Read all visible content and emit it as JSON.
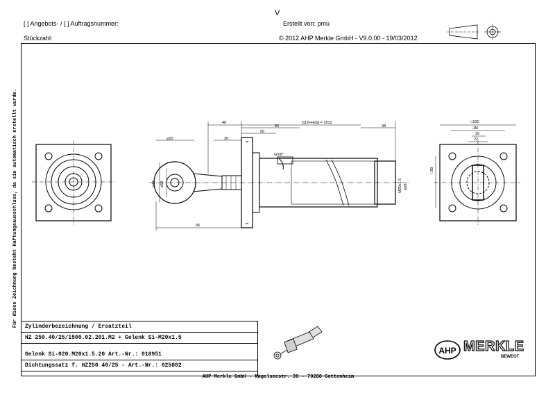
{
  "header": {
    "order_number": "[ ] Angebots- / [ ] Auftragsnummer:",
    "quantity": "Stückzahl:",
    "created_by": "Erstellt von: pmu",
    "copyright": "© 2012 AHP Merkle GmbH - V9.0.00 - 19/03/2012",
    "top_mark": "V"
  },
  "side_note": "Für diese Zeichnung besteht Haftungsausschluss, da sie automatisch erstellt wurde.",
  "title_block": {
    "heading": "Zylinderbezeichnung / Ersatzteil",
    "cylinder": "HZ 250.40/25/1500.02.201.M2 + Gelenk Si-M20x1.5",
    "joint": "Gelenk Si-020.M20x1.5.20 Art.-Nr.: 018951",
    "seal_kit": "Dichtungssatz f. HZ250 40/25 - Art.-Nr.: 025802"
  },
  "dimensions": {
    "d48": "48",
    "d83": "83",
    "d50": "50",
    "d30": "30",
    "stroke": "[112+Hub] = 1612",
    "d38": "38",
    "d20_dia": "⌀20",
    "d42_dia": "⌀42",
    "d52_dia": "⌀52",
    "g38": "G3/8\"",
    "m20": "M20x1.5",
    "d95": "95",
    "d58": "⌀58",
    "sq100": "□100",
    "sq80": "□80",
    "d16": "16",
    "d22": "22",
    "sq80b": "□80"
  },
  "logo": {
    "mark": "AHP",
    "brand": "MERKLE",
    "tagline": "BEWEGT"
  },
  "footer": "AHP Merkle GmbH - Nägelseestr. 39 - 79288 Gottenheim"
}
